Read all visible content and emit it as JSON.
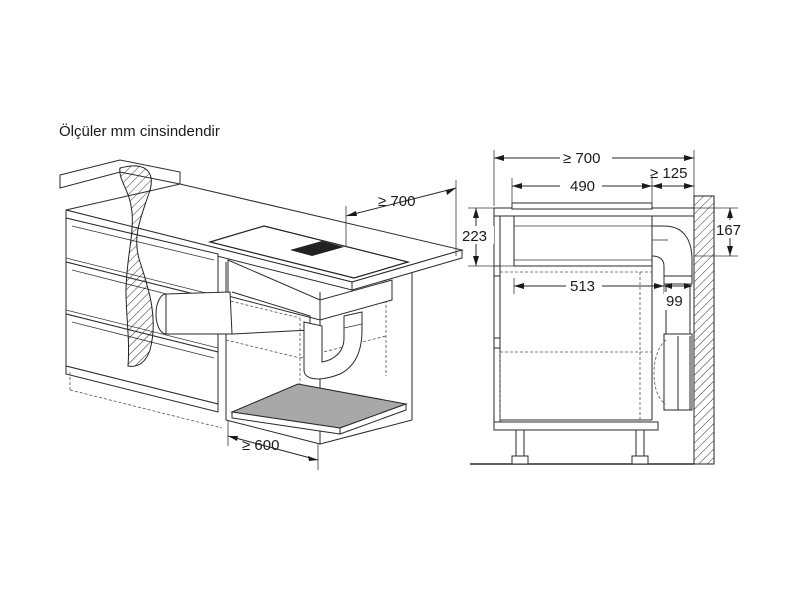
{
  "caption": "Ölçüler mm cinsindendir",
  "left_view": {
    "depth_label": "≥ 700",
    "cabinet_depth_label": "≥ 600"
  },
  "right_view": {
    "total_depth_label": "≥ 700",
    "hob_width_label": "490",
    "rear_gap_label": "≥ 125",
    "hob_height_label": "223",
    "duct_height_label": "167",
    "unit_depth_label": "513",
    "duct_width_label": "99"
  }
}
